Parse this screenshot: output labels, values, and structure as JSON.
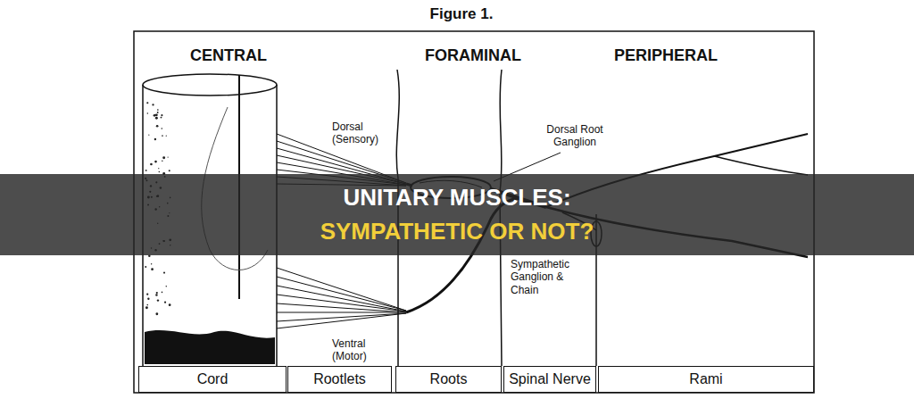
{
  "diagram": {
    "title": "Figure 1.",
    "nodes": [
      {
        "text": [
          "Cord"
        ]
      },
      {
        "text": [
          "Rootlets"
        ]
      },
      {
        "text": [
          "Roots"
        ]
      },
      {
        "text": [
          "Spinal Nerve"
        ]
      },
      {
        "text": [
          "Rami"
        ]
      }
    ],
    "labels": [
      "CENTRAL",
      "FORAMINAL",
      "PERIPHERAL",
      "Dorsal (Sensory)",
      "Dorsal Root Ganglion",
      "Sympathetic Ganglion & Chain",
      "Ventral (Motor)",
      "UNITARY MUSCLES:",
      "SYMPATHETIC OR NOT?"
    ]
  }
}
